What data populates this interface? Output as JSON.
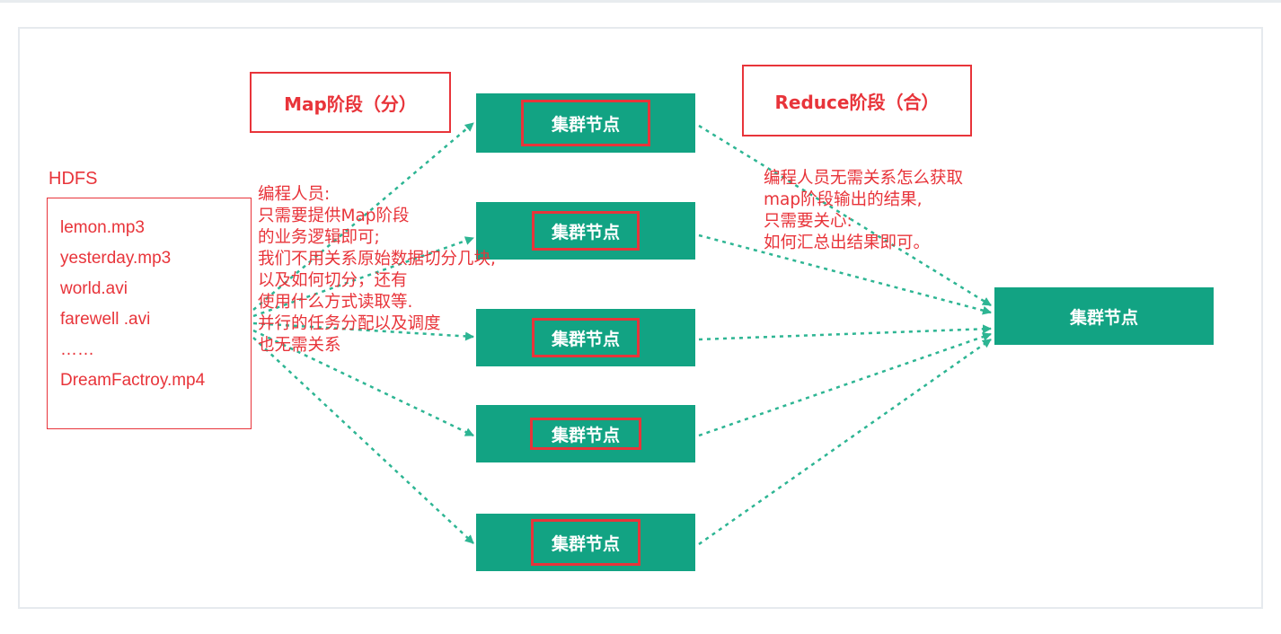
{
  "diagram": {
    "map_stage": "Map阶段（分）",
    "reduce_stage": "Reduce阶段（合）",
    "hdfs": {
      "title": "HDFS",
      "files": [
        "lemon.mp3",
        "yesterday.mp3",
        "world.avi",
        "farewell .avi",
        "……",
        "DreamFactroy.mp4"
      ]
    },
    "map_nodes": [
      "集群节点",
      "集群节点",
      "集群节点",
      "集群节点",
      "集群节点"
    ],
    "reduce_node": "集群节点",
    "map_note": [
      "编程人员:",
      "只需要提供Map阶段",
      "的业务逻辑即可;",
      "我们不用关系原始数据切分几块,",
      "以及如何切分，还有",
      "使用什么方式读取等.",
      "并行的任务分配以及调度",
      "也无需关系"
    ],
    "reduce_note": [
      "编程人员无需关系怎么获取",
      "map阶段输出的结果,",
      "只需要关心:",
      "如何汇总出结果即可。"
    ]
  },
  "colors": {
    "accent_red": "#e8343a",
    "node_green": "#12a383",
    "arrow_green": "#2db593"
  }
}
